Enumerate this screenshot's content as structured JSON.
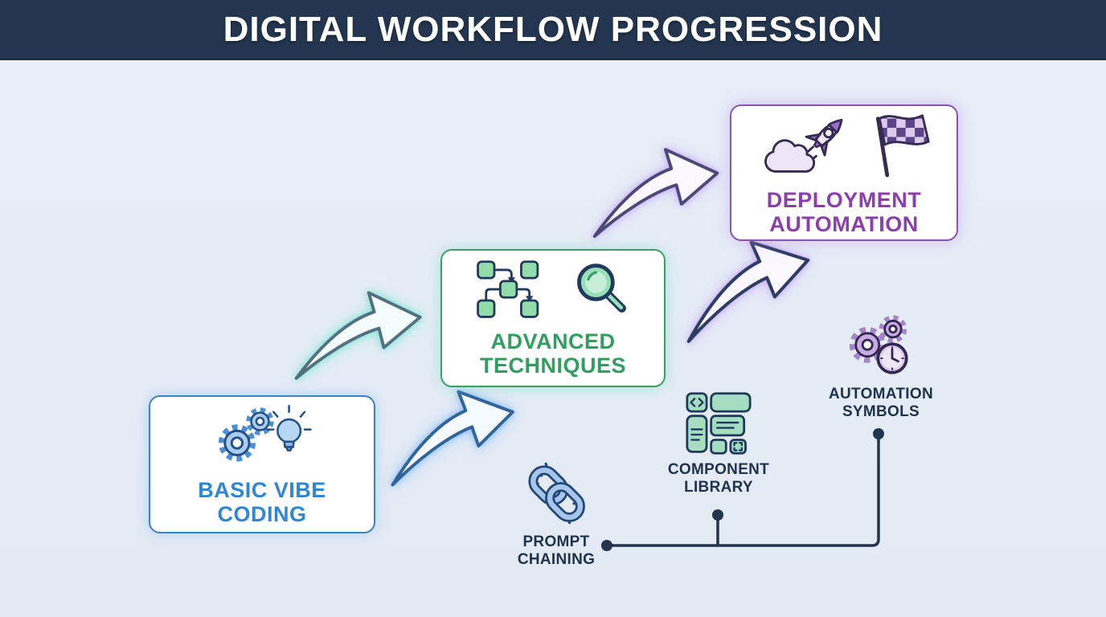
{
  "header": {
    "title": "DIGITAL WORKFLOW PROGRESSION",
    "bg_color": "#24364f",
    "text_color": "#ffffff"
  },
  "stages": [
    {
      "id": "basic-vibe-coding",
      "label": "BASIC VIBE\nCODING",
      "accent_color": "#2e86d4",
      "border_color": "#3b82c4",
      "icons": [
        "gears-icon",
        "lightbulb-icon"
      ]
    },
    {
      "id": "advanced-techniques",
      "label": "ADVANCED\nTECHNIQUES",
      "accent_color": "#2f9e5f",
      "border_color": "#3f9d63",
      "icons": [
        "flowchart-icon",
        "magnifier-icon"
      ]
    },
    {
      "id": "deployment-automation",
      "label": "DEPLOYMENT\nAUTOMATION",
      "accent_color": "#8a3fad",
      "border_color": "#8e54ad",
      "icons": [
        "rocket-cloud-icon",
        "checkered-flag-icon"
      ]
    }
  ],
  "sub_items": [
    {
      "id": "prompt-chaining",
      "label": "PROMPT\nCHAINING",
      "icon": "chain-link-icon"
    },
    {
      "id": "component-library",
      "label": "COMPONENT\nLIBRARY",
      "icon": "component-grid-icon"
    },
    {
      "id": "automation-symbols",
      "label": "AUTOMATION\nSYMBOLS",
      "icon": "gears-clock-icon"
    }
  ],
  "connector": {
    "color": "#22354f",
    "label_color": "#20334e"
  },
  "arrows": {
    "count": 4,
    "style": "curved-swoosh-outline"
  }
}
